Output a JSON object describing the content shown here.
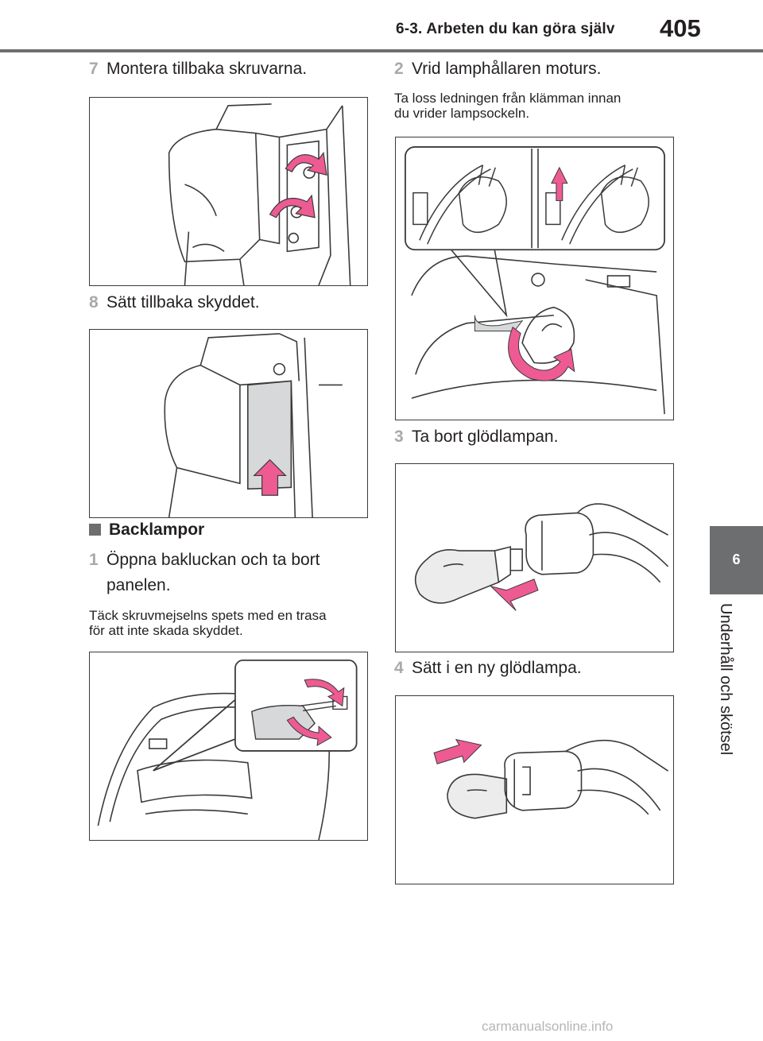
{
  "header": {
    "section_title": "6-3. Arbeten du kan göra själv",
    "page_number": "405"
  },
  "side_tab": {
    "chapter_number": "6",
    "chapter_title": "Underhåll och skötsel"
  },
  "left_column": {
    "step7": {
      "num": "7",
      "text": "Montera tillbaka skruvarna."
    },
    "step8": {
      "num": "8",
      "text": "Sätt tillbaka skyddet."
    },
    "section_heading": "Backlampor",
    "step1": {
      "num": "1",
      "text_line1": "Öppna bakluckan och ta bort",
      "text_line2": "panelen."
    },
    "note1_line1": "Täck skruvmejselns spets med en trasa",
    "note1_line2": "för att inte skada skyddet."
  },
  "right_column": {
    "step2": {
      "num": "2",
      "text": "Vrid lamphållaren moturs."
    },
    "note2_line1": "Ta loss ledningen från klämman innan",
    "note2_line2": "du vrider lampsockeln.",
    "step3": {
      "num": "3",
      "text": "Ta bort glödlampan."
    },
    "step4": {
      "num": "4",
      "text": "Sätt i en ny glödlampa."
    }
  },
  "watermark": "carmanualsonline.info",
  "colors": {
    "arrow_pink": "#ee5b93",
    "accent_gray": "#6d6e70",
    "step_number": "#a7a9ac"
  }
}
